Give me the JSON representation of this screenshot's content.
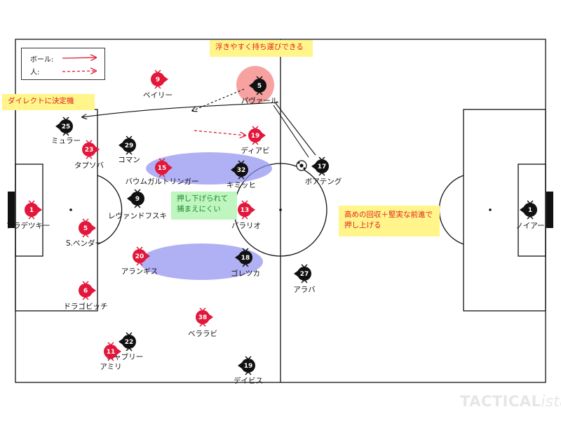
{
  "legend": {
    "ball_label": "ボール:",
    "person_label": "人:"
  },
  "notes": {
    "float_carry": "浮きやすく持ち運びできる",
    "direct_chance": "ダイレクトに決定機",
    "pushed_back_line1": "押し下げられて",
    "pushed_back_line2": "捕まえにくい",
    "high_recovery_line1": "高めの回収＋堅実な前進で",
    "high_recovery_line2": "押し上げる"
  },
  "colors": {
    "red_team": "#e2173b",
    "black_team": "#111111",
    "zone_fill": "#8f8ff0",
    "pavard_highlight": "#f7a1a1",
    "ball_arrow": "#e0203c",
    "person_arrow": "#e0203c",
    "pass_line": "#111111"
  },
  "players": [
    {
      "number": "9",
      "name": "ベイリー",
      "team": "red",
      "icon": "player-marker"
    },
    {
      "number": "5",
      "name": "パヴァール",
      "team": "black",
      "icon": "player-marker"
    },
    {
      "number": "25",
      "name": "ミュラー",
      "team": "black",
      "icon": "player-marker"
    },
    {
      "number": "23",
      "name": "タプソバ",
      "team": "red",
      "icon": "player-marker"
    },
    {
      "number": "29",
      "name": "コマン",
      "team": "black",
      "icon": "player-marker"
    },
    {
      "number": "19",
      "name": "ディアビ",
      "team": "red",
      "icon": "player-marker"
    },
    {
      "number": "15",
      "name": "バウムガルトリンガー",
      "team": "red",
      "icon": "player-marker"
    },
    {
      "number": "32",
      "name": "キミッヒ",
      "team": "black",
      "icon": "player-marker"
    },
    {
      "number": "17",
      "name": "ボアテング",
      "team": "black",
      "icon": "player-marker"
    },
    {
      "number": "1",
      "name": "フラデツキー",
      "team": "red",
      "icon": "player-marker"
    },
    {
      "number": "9",
      "name": "レヴァンドフスキ",
      "team": "black",
      "icon": "player-marker"
    },
    {
      "number": "13",
      "name": "バラリオ",
      "team": "red",
      "icon": "player-marker"
    },
    {
      "number": "1",
      "name": "ノイアー",
      "team": "black",
      "icon": "player-marker"
    },
    {
      "number": "5",
      "name": "S.ベンダー",
      "team": "red",
      "icon": "player-marker"
    },
    {
      "number": "20",
      "name": "アランギス",
      "team": "red",
      "icon": "player-marker"
    },
    {
      "number": "18",
      "name": "ゴレツカ",
      "team": "black",
      "icon": "player-marker"
    },
    {
      "number": "27",
      "name": "アラバ",
      "team": "black",
      "icon": "player-marker"
    },
    {
      "number": "6",
      "name": "ドラゴビッチ",
      "team": "red",
      "icon": "player-marker"
    },
    {
      "number": "38",
      "name": "ベララビ",
      "team": "red",
      "icon": "player-marker"
    },
    {
      "number": "22",
      "name": "ニャブリー",
      "team": "black",
      "icon": "player-marker"
    },
    {
      "number": "11",
      "name": "アミリ",
      "team": "red",
      "icon": "player-marker"
    },
    {
      "number": "19",
      "name": "デイビス",
      "team": "black",
      "icon": "player-marker"
    }
  ],
  "watermark": {
    "main": "TACTICAL",
    "suffix": "ista"
  }
}
